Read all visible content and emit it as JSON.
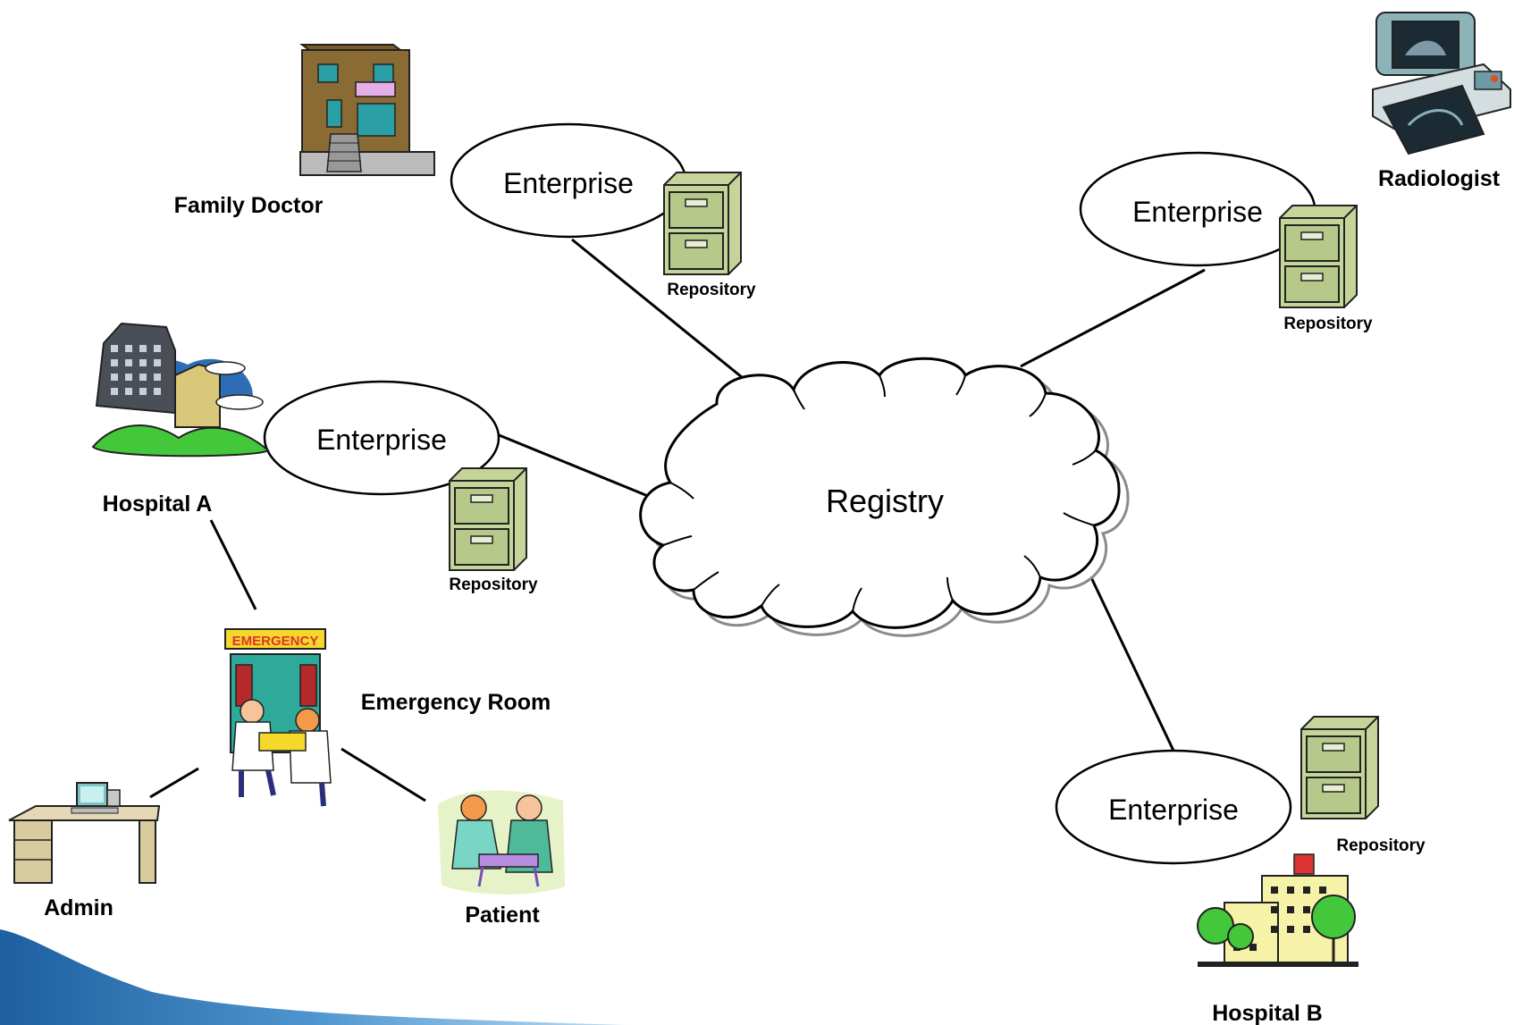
{
  "nodes": {
    "registry": "Registry",
    "enterprise_label": "Enterprise",
    "repository_label": "Repository",
    "family_doctor": "Family Doctor",
    "radiologist": "Radiologist",
    "hospital_a": "Hospital A",
    "hospital_b": "Hospital B",
    "emergency_room": "Emergency Room",
    "emergency_sign": "EMERGENCY",
    "admin": "Admin",
    "patient": "Patient"
  },
  "colors": {
    "line": "#000000",
    "cabinet": "#c5d59a",
    "cabinet_dark": "#a9bb7a",
    "accent_blue": "#2e6db4",
    "grass": "#44c83b"
  }
}
